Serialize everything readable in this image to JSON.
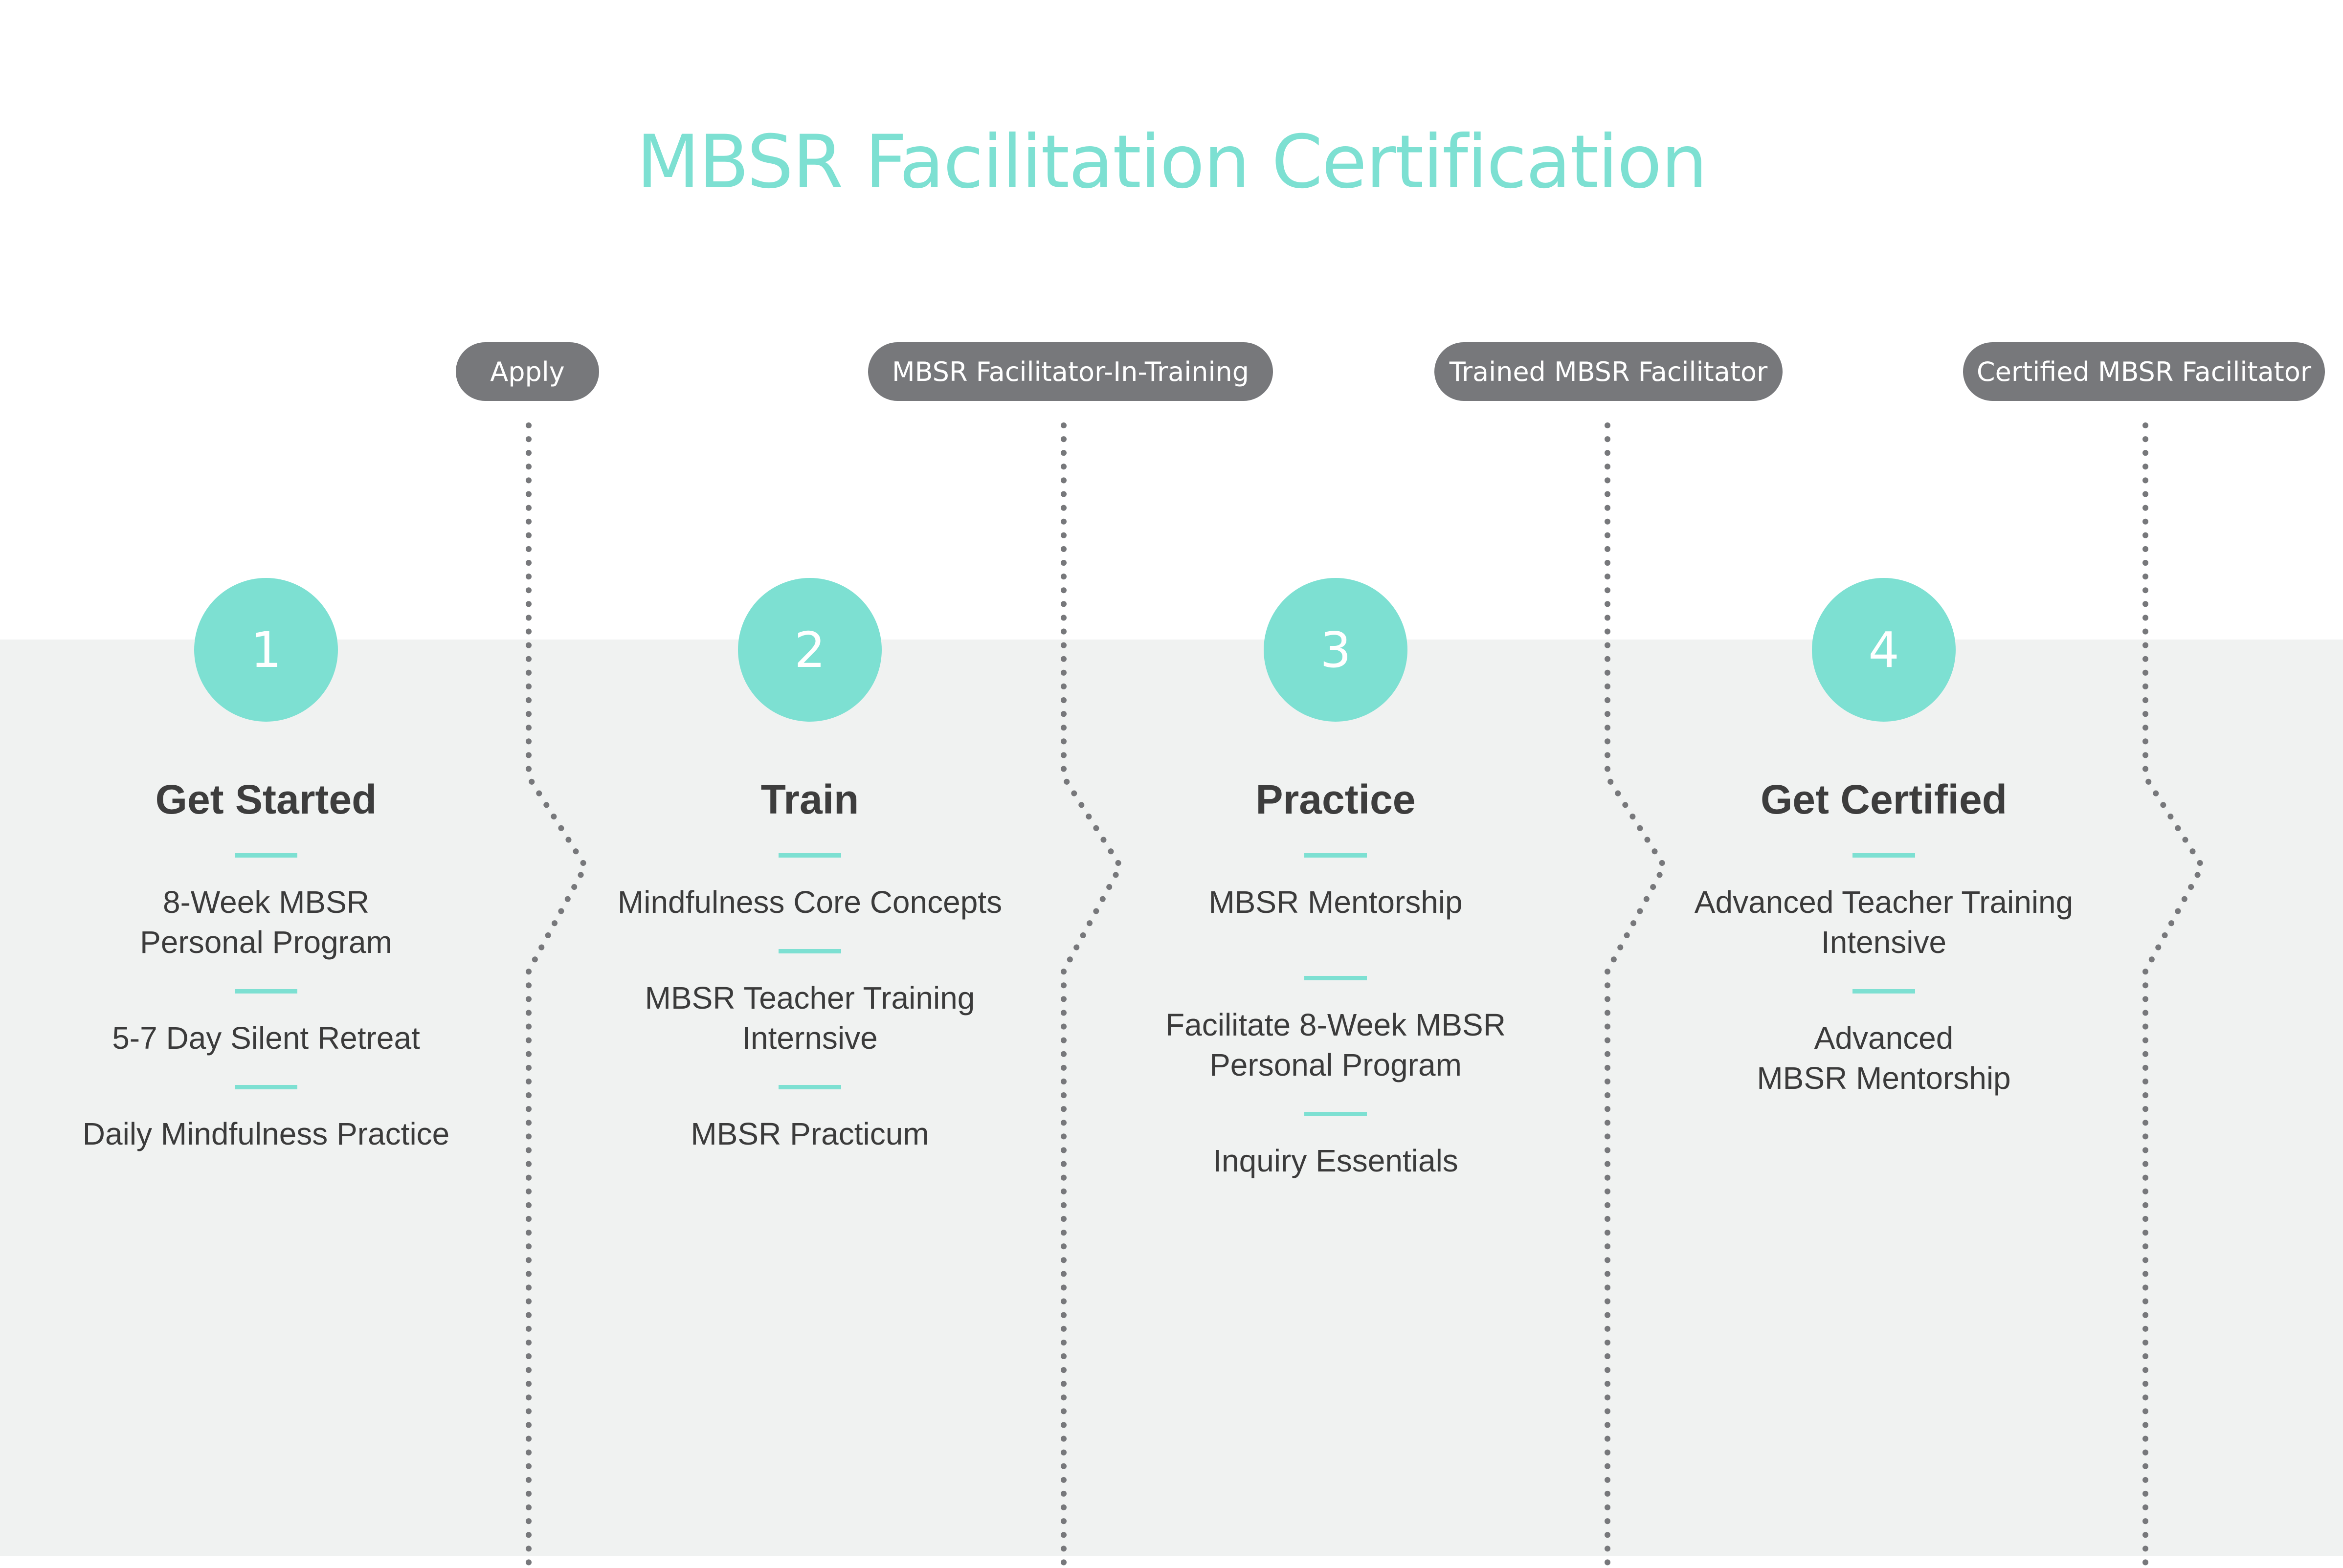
{
  "title": "MBSR Facilitation Certification",
  "milestones": [
    "Apply",
    "MBSR Facilitator-In-Training",
    "Trained MBSR Facilitator",
    "Certified MBSR Facilitator"
  ],
  "steps": [
    {
      "number": "1",
      "heading": "Get Started",
      "items": [
        "8-Week MBSR\nPersonal Program",
        "5-7 Day Silent Retreat",
        "Daily Mindfulness Practice"
      ]
    },
    {
      "number": "2",
      "heading": "Train",
      "items": [
        "Mindfulness Core Concepts",
        "MBSR Teacher Training\nInternsive",
        "MBSR Practicum"
      ]
    },
    {
      "number": "3",
      "heading": "Practice",
      "items": [
        "MBSR Mentorship",
        "Facilitate 8-Week MBSR\nPersonal Program",
        "Inquiry Essentials"
      ]
    },
    {
      "number": "4",
      "heading": "Get Certified",
      "items": [
        "Advanced Teacher Training\nIntensive",
        "Advanced\nMBSR Mentorship"
      ]
    }
  ],
  "colors": {
    "accent": "#7de0d2",
    "pill": "#77787b",
    "band": "#f0f2f1",
    "text": "#3b3b3b"
  }
}
